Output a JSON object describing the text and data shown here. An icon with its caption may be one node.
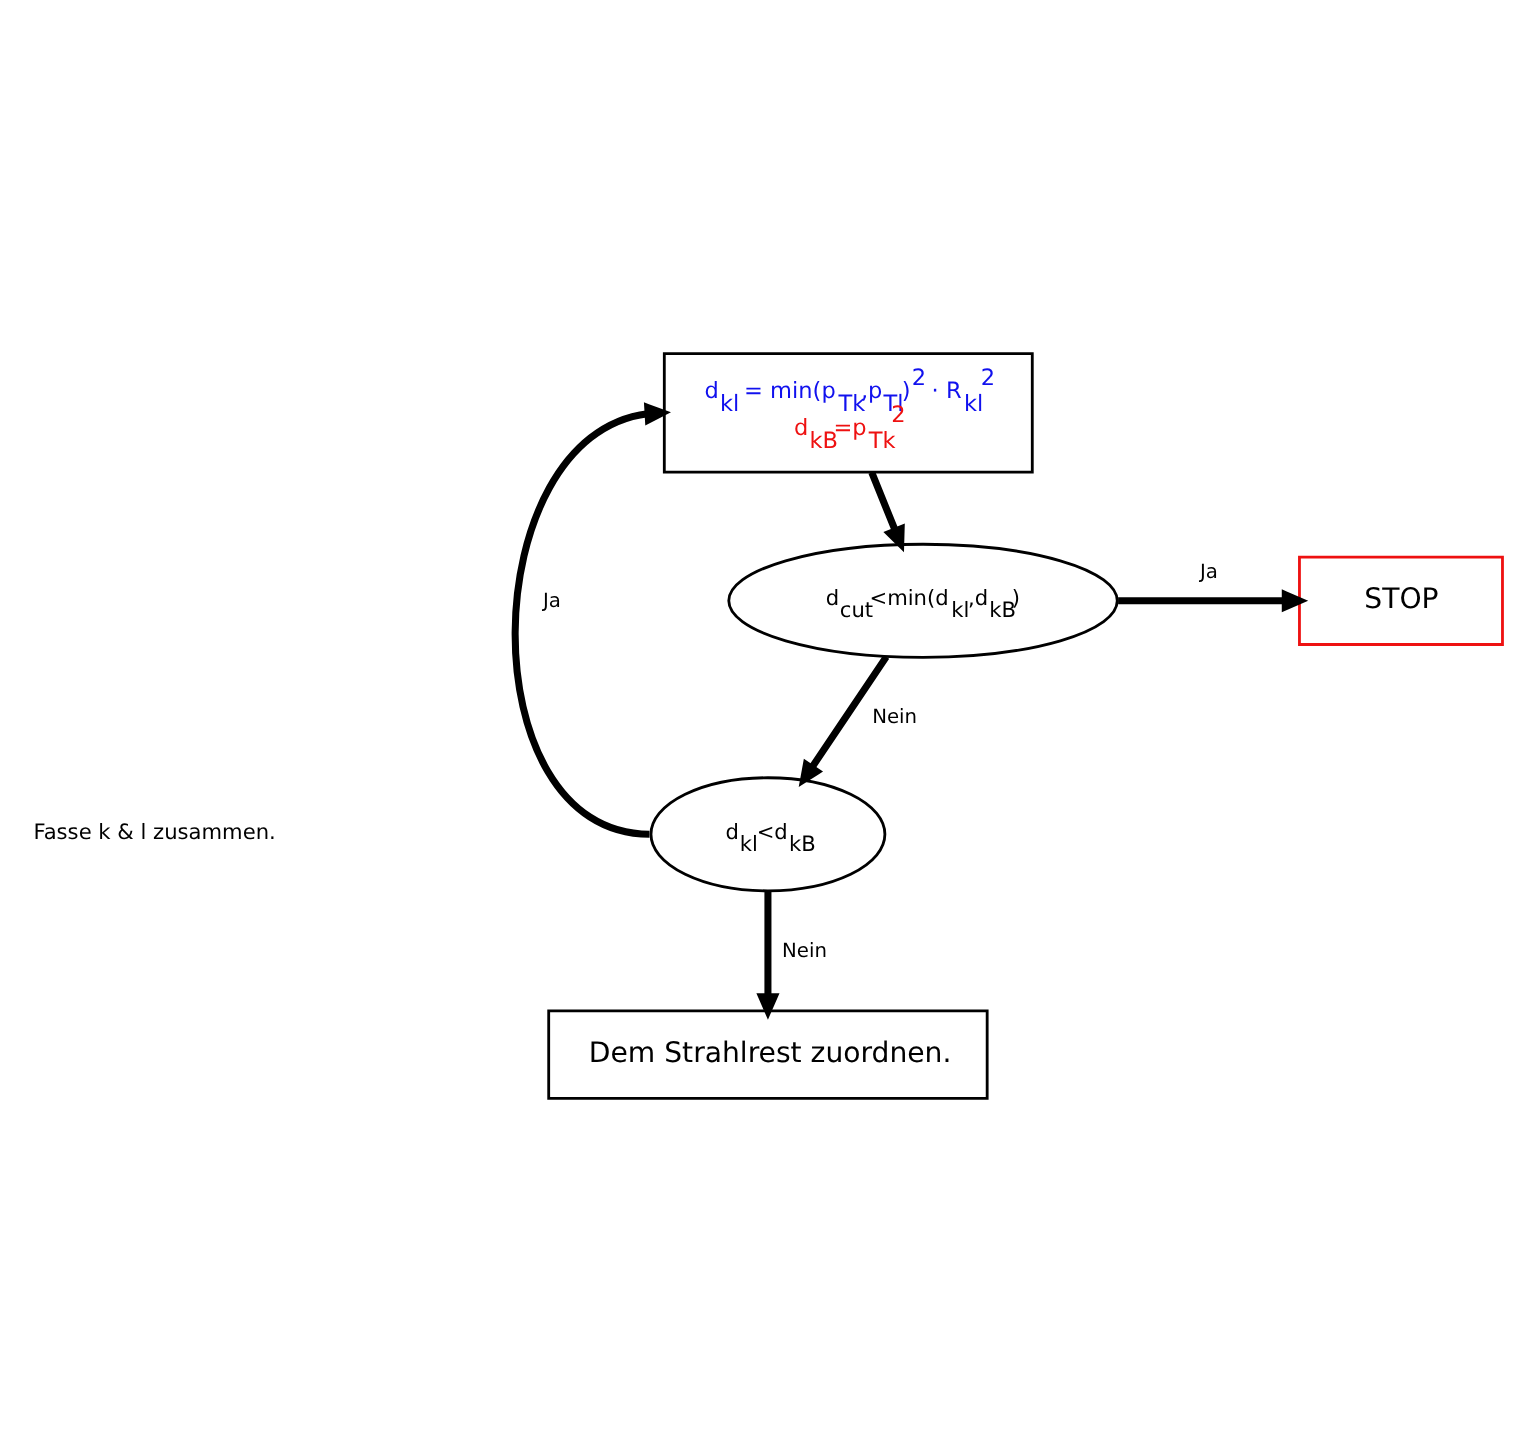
{
  "diagram": {
    "nodes": [
      {
        "text": [
          "d$_{kl}$ = min(p$_{Tk}$,p$_{Tl}$)$^{2}$ · R$_{kl}$$^{2}$",
          "d$_{kB}$=p$_{Tk}$$^{2}$"
        ]
      },
      {
        "text": [
          "d$_{cut}$<min(d$_{kl}$,d$_{kB}$)"
        ]
      },
      {
        "text": [
          "STOP"
        ]
      },
      {
        "text": [
          "d$_{kl}$<d$_{kB}$"
        ]
      },
      {
        "text": [
          "Dem Strahlrest zuordnen."
        ]
      }
    ],
    "edges": [
      {
        "from": 0,
        "to": 1,
        "arrow": "to"
      },
      {
        "from": 1,
        "to": 2,
        "arrow": "to",
        "label": "Ja"
      },
      {
        "from": 1,
        "to": 3,
        "arrow": "to",
        "label": "Nein"
      },
      {
        "from": 3,
        "to": 0,
        "arrow": "to",
        "label": "Ja"
      },
      {
        "from": 3,
        "to": 4,
        "arrow": "to",
        "label": "Nein"
      }
    ],
    "labels": [
      "Fasse k & l zusammen."
    ]
  }
}
